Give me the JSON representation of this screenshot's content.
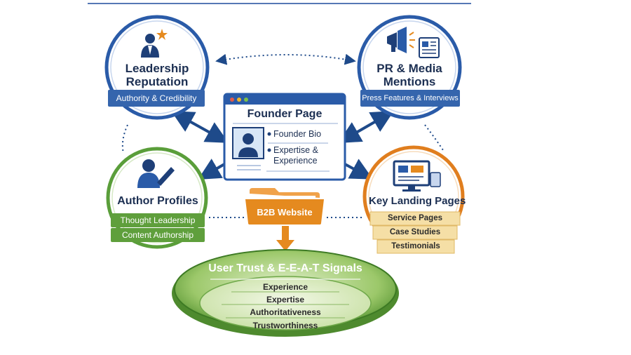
{
  "nodes": {
    "leadership": {
      "title_line1": "Leadership",
      "title_line2": "Reputation",
      "ribbon": "Authority & Credibility",
      "icon": "leader-star-icon"
    },
    "pr_media": {
      "title_line1": "PR & Media",
      "title_line2": "Mentions",
      "ribbon": "Press Features & Interviews",
      "icon": "megaphone-newspaper-icon"
    },
    "founder_page": {
      "title": "Founder Page",
      "bullet1": "Founder Bio",
      "bullet2_line1": "Expertise &",
      "bullet2_line2": "Experience",
      "icon": "founder-avatar-icon"
    },
    "author_profiles": {
      "title": "Author Profiles",
      "ribbon1": "Thought Leadership",
      "ribbon2": "Content Authorship",
      "icon": "author-pen-icon"
    },
    "landing_pages": {
      "title": "Key Landing Pages",
      "tag1": "Service Pages",
      "tag2": "Case Studies",
      "tag3": "Testimonials",
      "icon": "monitor-icon"
    },
    "website": {
      "label": "B2B Website",
      "icon": "folder-icon"
    },
    "trust": {
      "title": "User Trust & E-E-A-T Signals",
      "items": [
        "Experience",
        "Expertise",
        "Authoritativeness",
        "Trustworthiness"
      ]
    }
  },
  "colors": {
    "navy": "#1e3f78",
    "blue_ring": "#2a5ba8",
    "green": "#5a9e3a",
    "orange": "#e07e1e",
    "ribbon_blue": "#3565ad",
    "ribbon_green": "#5f9f3c",
    "tag_beige": "#f5dfa6"
  }
}
